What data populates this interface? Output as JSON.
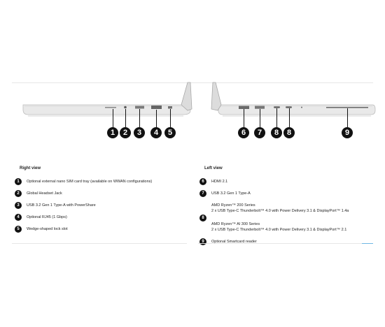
{
  "diagram": {
    "right_markers": [
      "1",
      "2",
      "3",
      "4",
      "5"
    ],
    "left_markers": [
      "6",
      "7",
      "8",
      "8",
      "9"
    ]
  },
  "right_view": {
    "title": "Right view",
    "items": [
      {
        "num": "1",
        "text": "Optional external nano SIM card tray (available on WWAN configurations)"
      },
      {
        "num": "2",
        "text": "Global Headset Jack"
      },
      {
        "num": "3",
        "text": "USB 3.2 Gen 1 Type-A with PowerShare"
      },
      {
        "num": "4",
        "text": "Optional RJ45 (1 Gbps)"
      },
      {
        "num": "5",
        "text": "Wedge-shaped lock slot"
      }
    ]
  },
  "left_view": {
    "title": "Left view",
    "items": [
      {
        "num": "6",
        "lines": [
          "HDMI 2.1"
        ]
      },
      {
        "num": "7",
        "lines": [
          "USB 3.2 Gen 1 Type-A"
        ]
      },
      {
        "num": "8",
        "lines": [
          "AMD Ryzen™ 200 Series",
          "2 x USB Type-C Thunderbolt™ 4.0 with Power Delivery 3.1 & DisplayPort™ 1.4a",
          "AMD Ryzen™ AI 300 Series",
          "2 x USB Type-C Thunderbolt™ 4.0 with Power Delivery 3.1 & DisplayPort™ 2.1"
        ]
      },
      {
        "num": "9",
        "lines": [
          "Optional Smartcard reader"
        ]
      }
    ]
  }
}
